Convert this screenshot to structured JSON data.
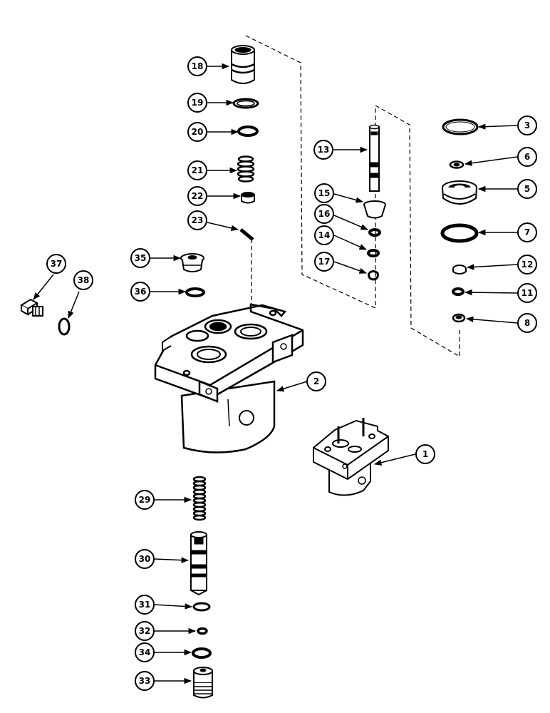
{
  "diagram": {
    "callouts": [
      {
        "id": "c1",
        "label": "1"
      },
      {
        "id": "c2",
        "label": "2"
      },
      {
        "id": "c3",
        "label": "3"
      },
      {
        "id": "c5",
        "label": "5"
      },
      {
        "id": "c6",
        "label": "6"
      },
      {
        "id": "c7",
        "label": "7"
      },
      {
        "id": "c8",
        "label": "8"
      },
      {
        "id": "c11",
        "label": "11"
      },
      {
        "id": "c12",
        "label": "12"
      },
      {
        "id": "c13",
        "label": "13"
      },
      {
        "id": "c14",
        "label": "14"
      },
      {
        "id": "c15",
        "label": "15"
      },
      {
        "id": "c16",
        "label": "16"
      },
      {
        "id": "c17",
        "label": "17"
      },
      {
        "id": "c18",
        "label": "18"
      },
      {
        "id": "c19",
        "label": "19"
      },
      {
        "id": "c20",
        "label": "20"
      },
      {
        "id": "c21",
        "label": "21"
      },
      {
        "id": "c22",
        "label": "22"
      },
      {
        "id": "c23",
        "label": "23"
      },
      {
        "id": "c29",
        "label": "29"
      },
      {
        "id": "c30",
        "label": "30"
      },
      {
        "id": "c31",
        "label": "31"
      },
      {
        "id": "c32",
        "label": "32"
      },
      {
        "id": "c33",
        "label": "33"
      },
      {
        "id": "c34",
        "label": "34"
      },
      {
        "id": "c35",
        "label": "35"
      },
      {
        "id": "c36",
        "label": "36"
      },
      {
        "id": "c37",
        "label": "37"
      },
      {
        "id": "c38",
        "label": "38"
      }
    ]
  }
}
